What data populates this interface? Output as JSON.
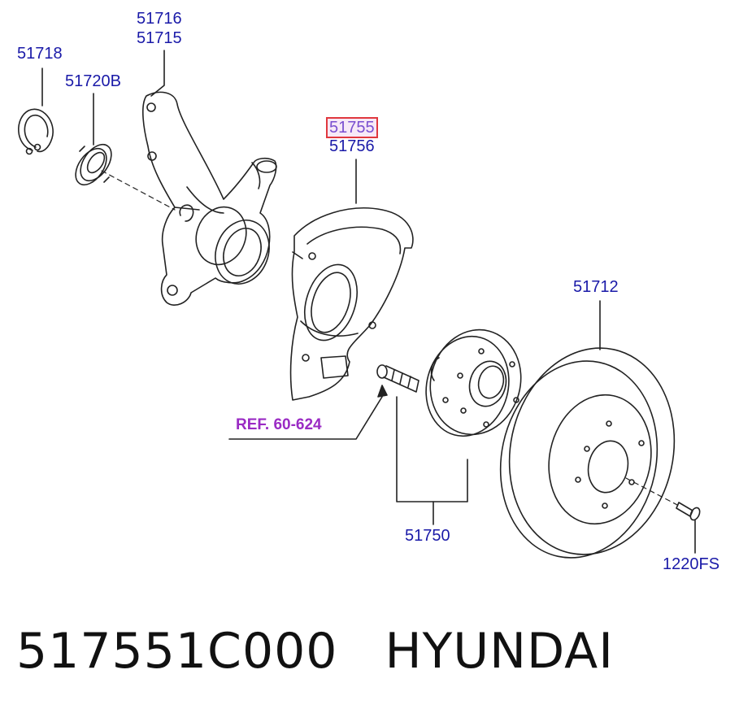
{
  "callouts": {
    "p51716": "51716",
    "p51715": "51715",
    "p51718": "51718",
    "p51720b": "51720B",
    "p51755": "51755",
    "p51756": "51756",
    "p51712": "51712",
    "p51750": "51750",
    "p1220fs": "1220FS",
    "ref": "REF. 60-624"
  },
  "caption": {
    "part_number": "517551C000",
    "brand": "HYUNDAI"
  },
  "colors": {
    "callout": "#1a1aa8",
    "reference": "#9a2bc4",
    "highlight_border": "#e0383e",
    "line": "#222222"
  }
}
